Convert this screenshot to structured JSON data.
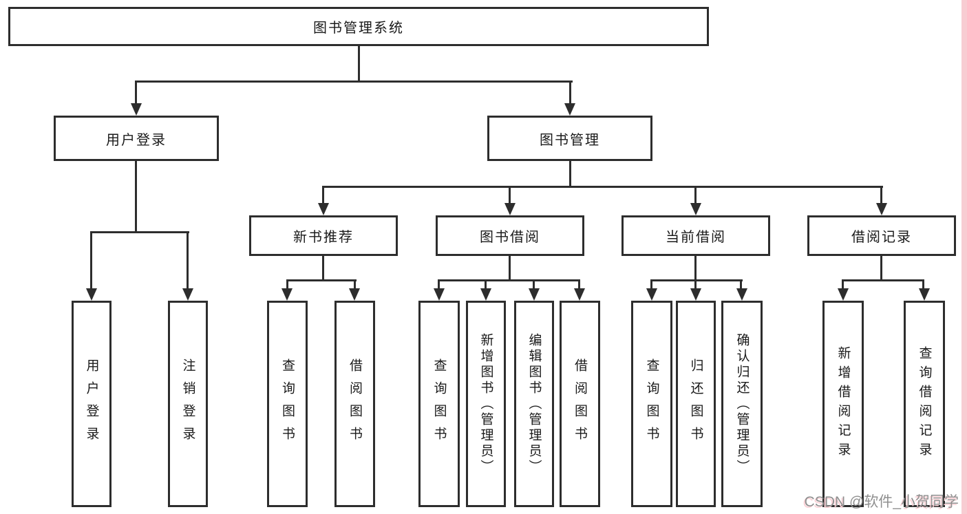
{
  "diagram": {
    "root": "图书管理系统",
    "level2": {
      "user_login": "用户登录",
      "book_management": "图书管理"
    },
    "level3": {
      "new_book": "新书推荐",
      "book_borrow": "图书借阅",
      "current_borrow": "当前借阅",
      "borrow_records": "借阅记录"
    },
    "leaves": {
      "user_login_1": "用户登录",
      "user_login_2": "注销登录",
      "new_book_1": "查询图书",
      "new_book_2": "借阅图书",
      "book_borrow_1": "查询图书",
      "book_borrow_2": "新增图书（管理员）",
      "book_borrow_3": "编辑图书（管理员）",
      "book_borrow_4": "借阅图书",
      "current_borrow_1": "查询图书",
      "current_borrow_2": "归还图书",
      "current_borrow_3": "确认归还（管理员）",
      "borrow_records_1": "新增借阅记录",
      "borrow_records_2": "查询借阅记录"
    }
  },
  "watermark": {
    "prefix": "CSDN ",
    "handle": "@软件_",
    "name": "小贺同学"
  },
  "colors": {
    "line": "#2d2d2d",
    "watermark_text": "#8f8f8f",
    "watermark_highlight": "#fad1d6",
    "edge_strip": "#f8ccd2"
  }
}
